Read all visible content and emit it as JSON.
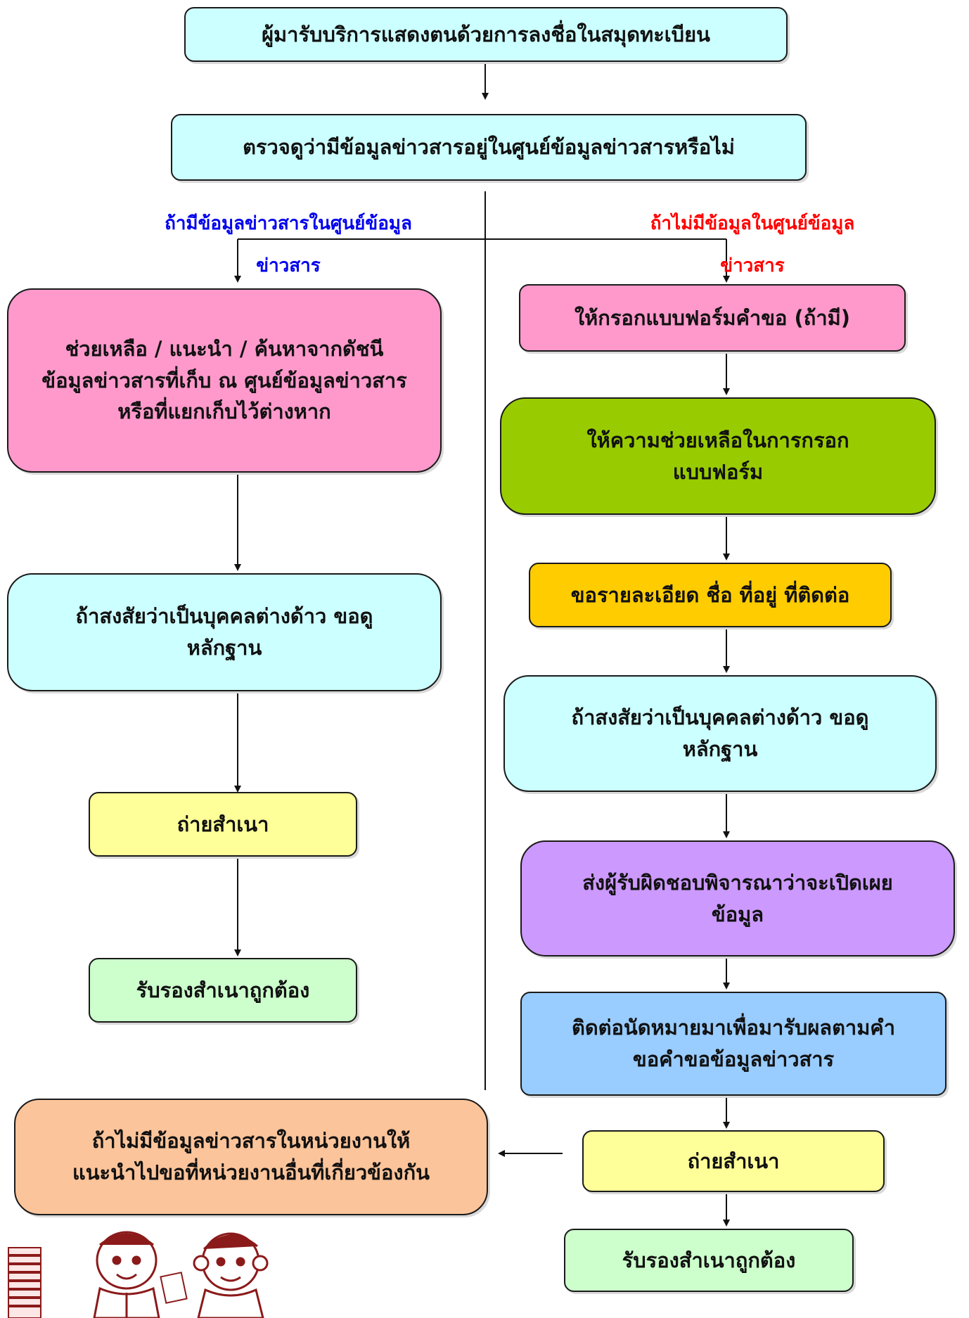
{
  "colors": {
    "cyan": "#ccffff",
    "pink": "#ff99cc",
    "green": "#99cc00",
    "orange": "#ffcc00",
    "yellow": "#ffff99",
    "lightgreen": "#ccffcc",
    "purple": "#cc99ff",
    "blue": "#99ccff",
    "peach": "#fcc49a",
    "branch_left": "#0000ee",
    "branch_right": "#ff0000"
  },
  "top": {
    "start": "ผู้มารับบริการแสดงตนด้วยการลงชื่อในสมุดทะเบียน",
    "check": "ตรวจดูว่ามีข้อมูลข่าวสารอยู่ในศูนย์ข้อมูลข่าวสารหรือไม่"
  },
  "branch_left": {
    "label_1": "ถ้ามีข้อมูลข่าวสารในศูนย์ข้อมูล",
    "label_2": "ข่าวสาร",
    "help_1": "ช่วยเหลือ / แนะนำ / ค้นหาจากดัชนี",
    "help_2": "ข้อมูลข่าวสารที่เก็บ ณ ศูนย์ข้อมูลข่าวสาร",
    "help_3": "หรือที่แยกเก็บไว้ต่างหาก",
    "suspect_1": "ถ้าสงสัยว่าเป็นบุคคลต่างด้าว  ขอดู",
    "suspect_2": "หลักฐาน",
    "copy": "ถ่ายสำเนา",
    "certify": "รับรองสำเนาถูกต้อง"
  },
  "branch_right": {
    "label_1": "ถ้าไม่มีข้อมูลในศูนย์ข้อมูล",
    "label_2": "ข่าวสาร",
    "form": "ให้กรอกแบบฟอร์มคำขอ (ถ้ามี)",
    "assist_1": "ให้ความช่วยเหลือในการกรอก",
    "assist_2": "แบบฟอร์ม",
    "details": "ขอรายละเอียด ชื่อ ที่อยู่ ที่ติดต่อ",
    "suspect_1": "ถ้าสงสัยว่าเป็นบุคคลต่างด้าว  ขอดู",
    "suspect_2": "หลักฐาน",
    "consider_1": "ส่งผู้รับผิดชอบพิจารณาว่าจะเปิดเผย",
    "consider_2": "ข้อมูล",
    "appoint_1": "ติดต่อนัดหมายมาเพื่อมารับผลตามคำ",
    "appoint_2": "ขอคำขอข้อมูลข่าวสาร",
    "copy": "ถ่ายสำเนา",
    "certify": "รับรองสำเนาถูกต้อง"
  },
  "referral": {
    "line_1": "ถ้าไม่มีข้อมูลข่าวสารในหน่วยงานให้",
    "line_2": "แนะนำไปขอที่หน่วยงานอื่นที่เกี่ยวข้องกัน"
  }
}
